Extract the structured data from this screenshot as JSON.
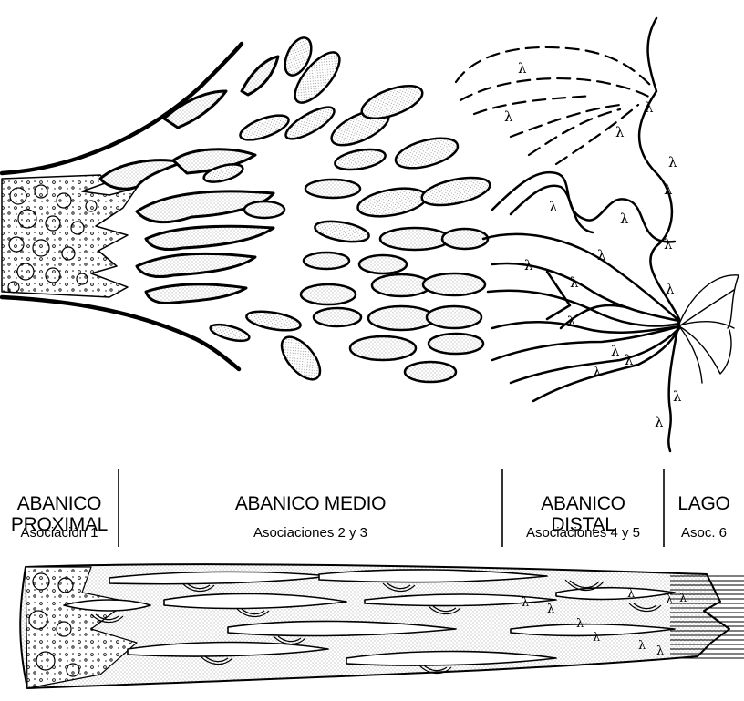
{
  "zones": [
    {
      "title_line1": "ABANICO",
      "title_line2": "PROXIMAL",
      "association": "Asociación 1"
    },
    {
      "title_line1": "ABANICO MEDIO",
      "title_line2": "",
      "association": "Asociaciones 2 y 3"
    },
    {
      "title_line1": "ABANICO",
      "title_line2": "DISTAL",
      "association": "Asociaciones 4 y 5"
    },
    {
      "title_line1": "LAGO",
      "title_line2": "",
      "association": "Asoc. 6"
    }
  ],
  "symbols": {
    "lake_marker": "λ"
  },
  "colors": {
    "ink": "#000000",
    "sand_stipple": "#9a9a9a",
    "background": "#ffffff"
  }
}
